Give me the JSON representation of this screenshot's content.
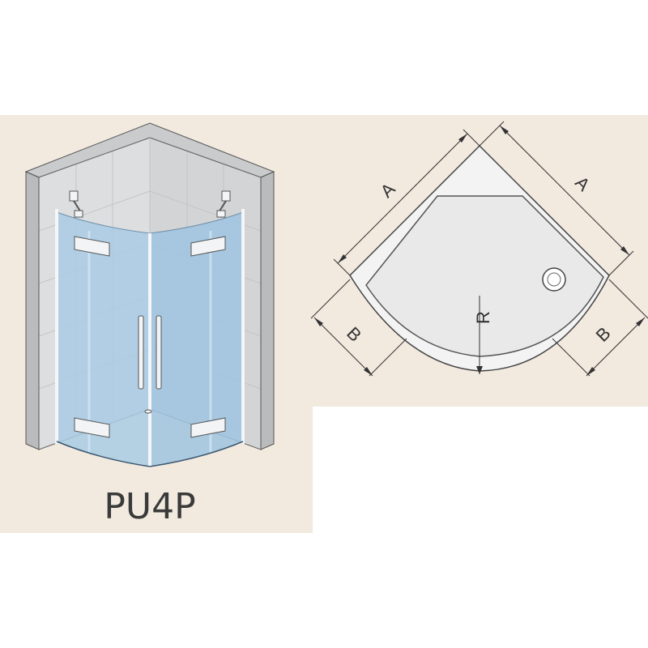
{
  "product": {
    "model_code": "PU4P"
  },
  "dimensions": {
    "width_left": "A",
    "width_right": "A",
    "depth_left": "B",
    "depth_right": "B",
    "radius": "R"
  },
  "colors": {
    "panel_background": "#f2e9df",
    "wall": "#d6d8da",
    "tile_grid": "#c3c5c7",
    "glass": "#a9cbe4",
    "glass_dark": "#8fb6d6",
    "fitting": "#f2f4f5",
    "tray": "#f3f3f3",
    "outline": "#444444"
  }
}
